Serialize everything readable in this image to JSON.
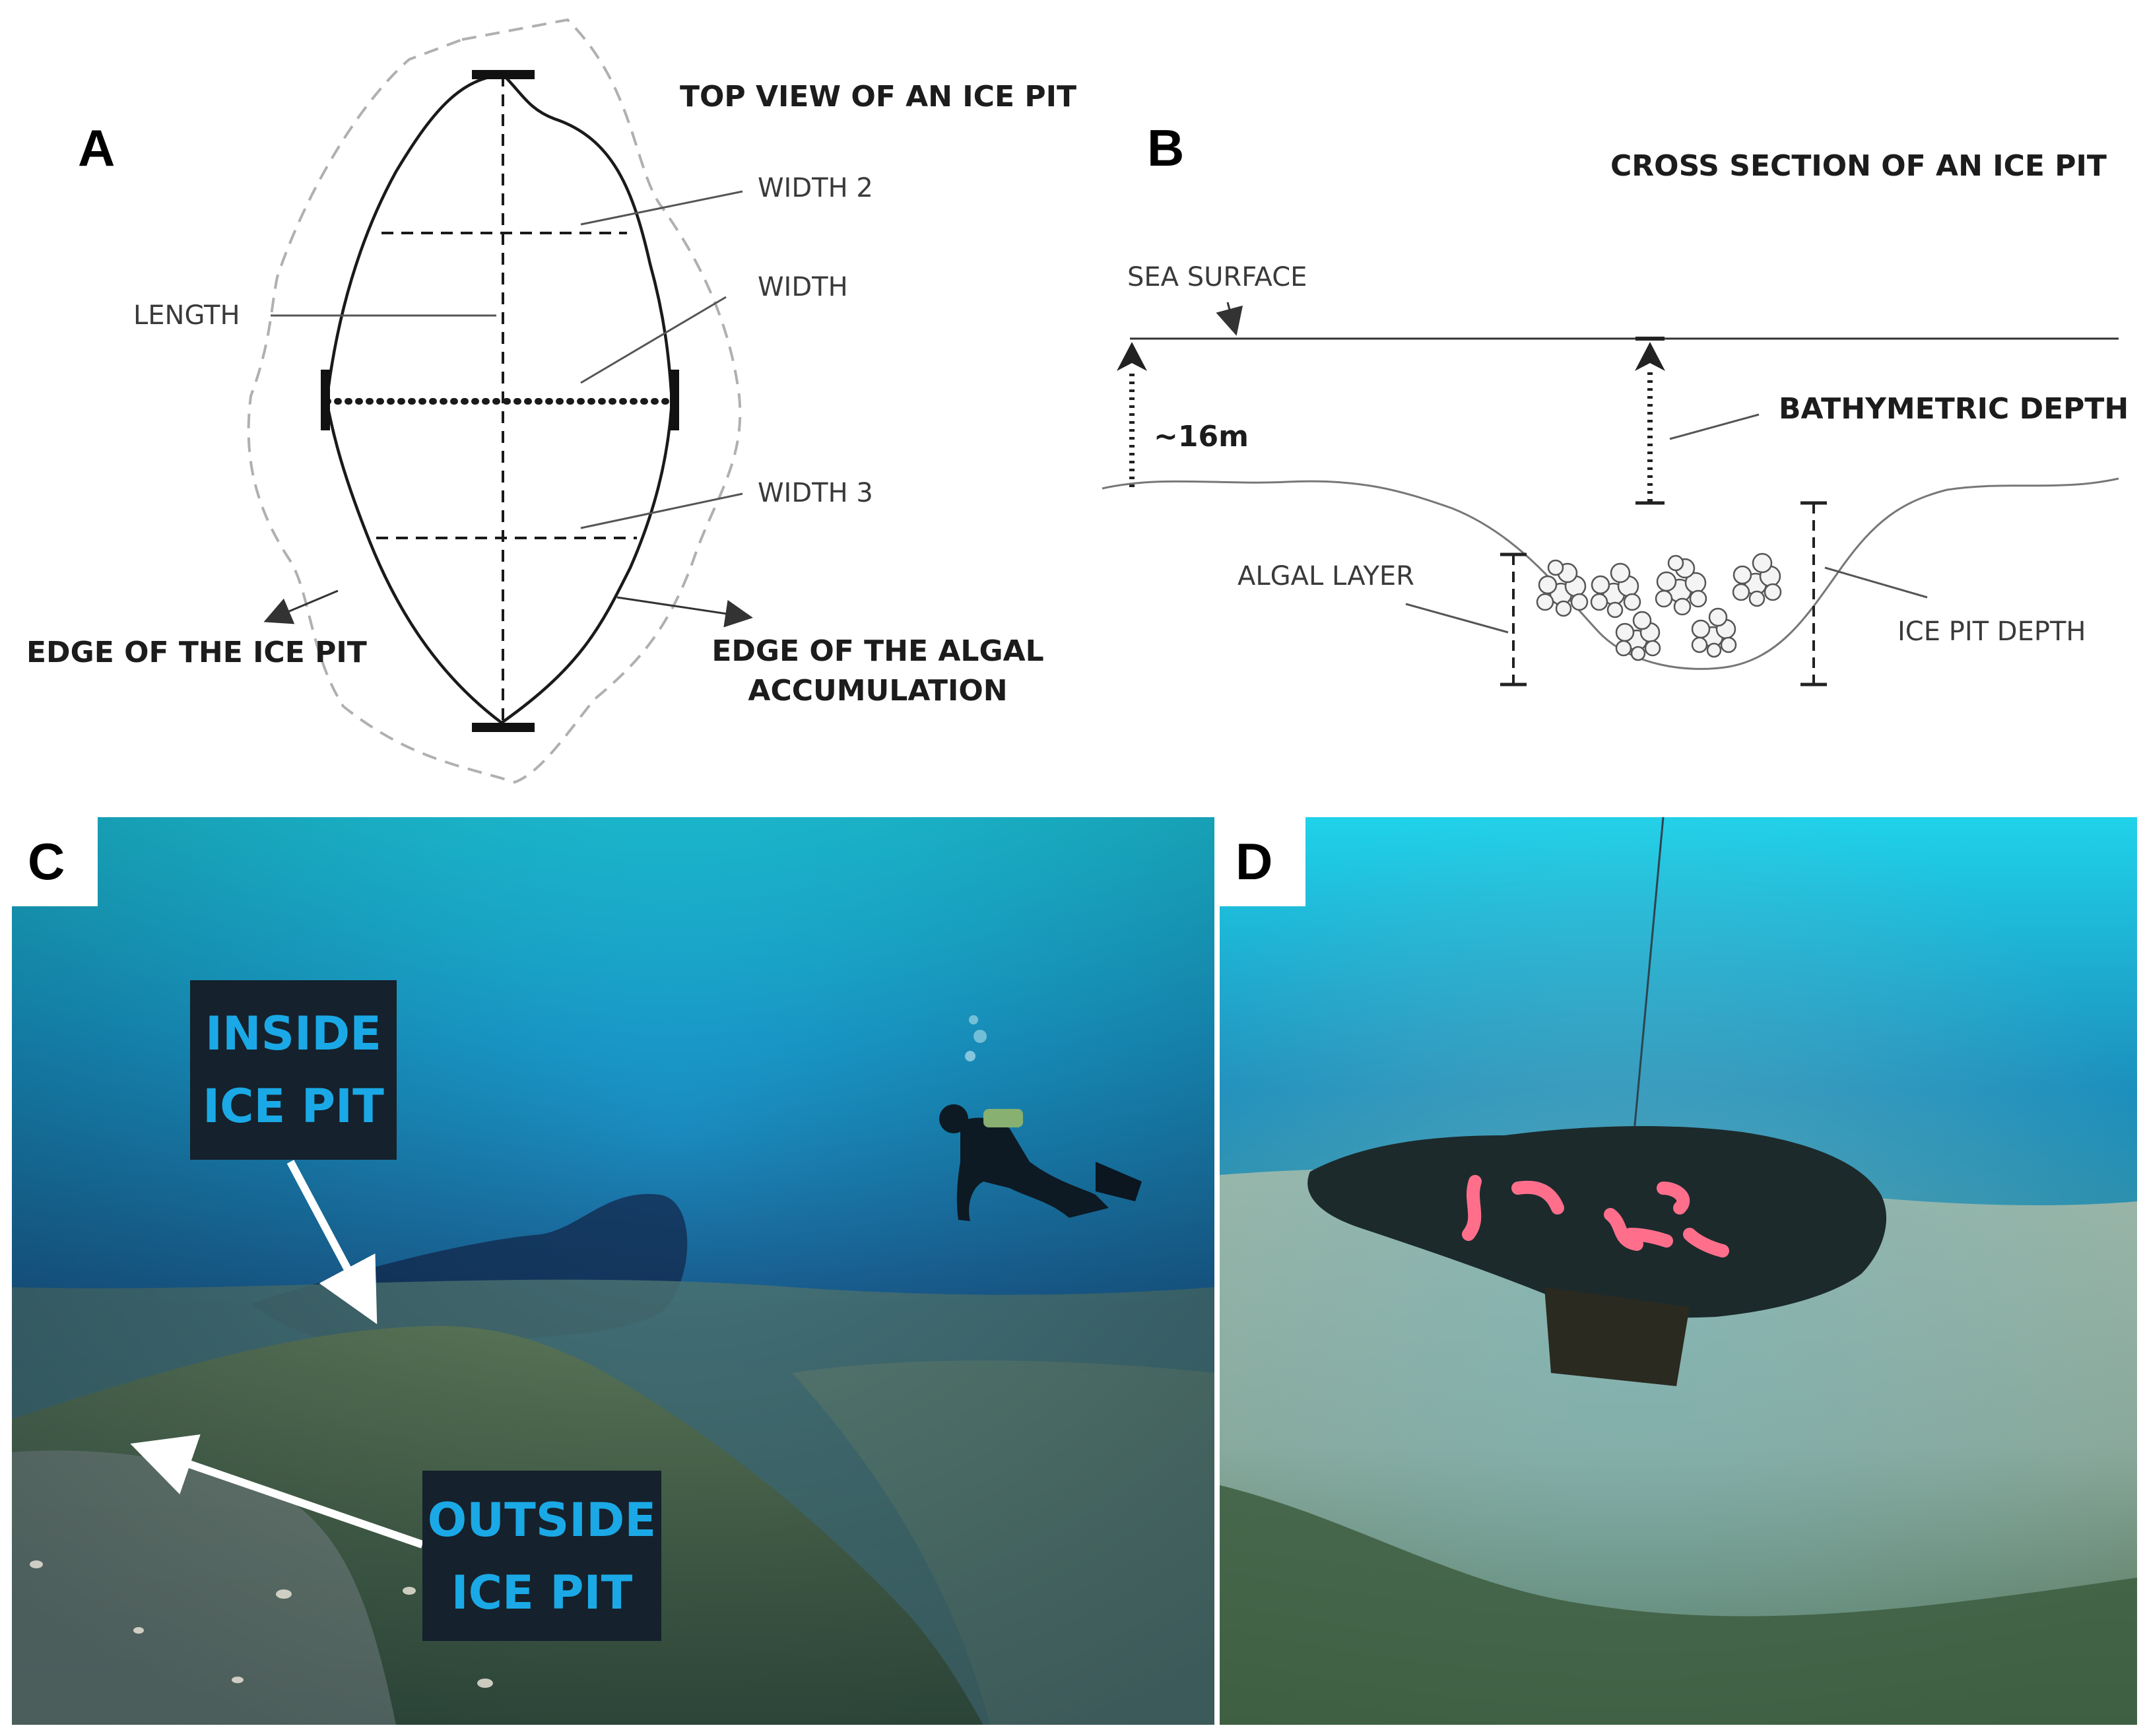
{
  "panels": {
    "a": {
      "letter": "A",
      "title": "TOP VIEW OF AN ICE PIT",
      "labels": {
        "width2": "WIDTH 2",
        "width": "WIDTH",
        "length": "LENGTH",
        "width3": "WIDTH 3",
        "edge_ice_pit": "EDGE OF THE ICE PIT",
        "edge_algal_line1": "EDGE OF THE ALGAL",
        "edge_algal_line2": "ACCUMULATION"
      }
    },
    "b": {
      "letter": "B",
      "title": "CROSS SECTION OF AN ICE PIT",
      "labels": {
        "sea_surface": "SEA SURFACE",
        "depth_value": "~16m",
        "bathymetric_depth": "BATHYMETRIC DEPTH",
        "algal_layer": "ALGAL LAYER",
        "ice_pit_depth": "ICE PIT DEPTH"
      }
    },
    "c": {
      "letter": "C",
      "callout_inside_line1": "INSIDE",
      "callout_inside_line2": "ICE PIT",
      "callout_outside_line1": "OUTSIDE",
      "callout_outside_line2": "ICE PIT"
    },
    "d": {
      "letter": "D"
    }
  },
  "colors": {
    "callout_bg": "#15212c",
    "callout_text": "#1aa9e6",
    "water_top": "#1fd3ee",
    "water_mid": "#1a6fa6",
    "seafloor": "#6f8d7d"
  }
}
